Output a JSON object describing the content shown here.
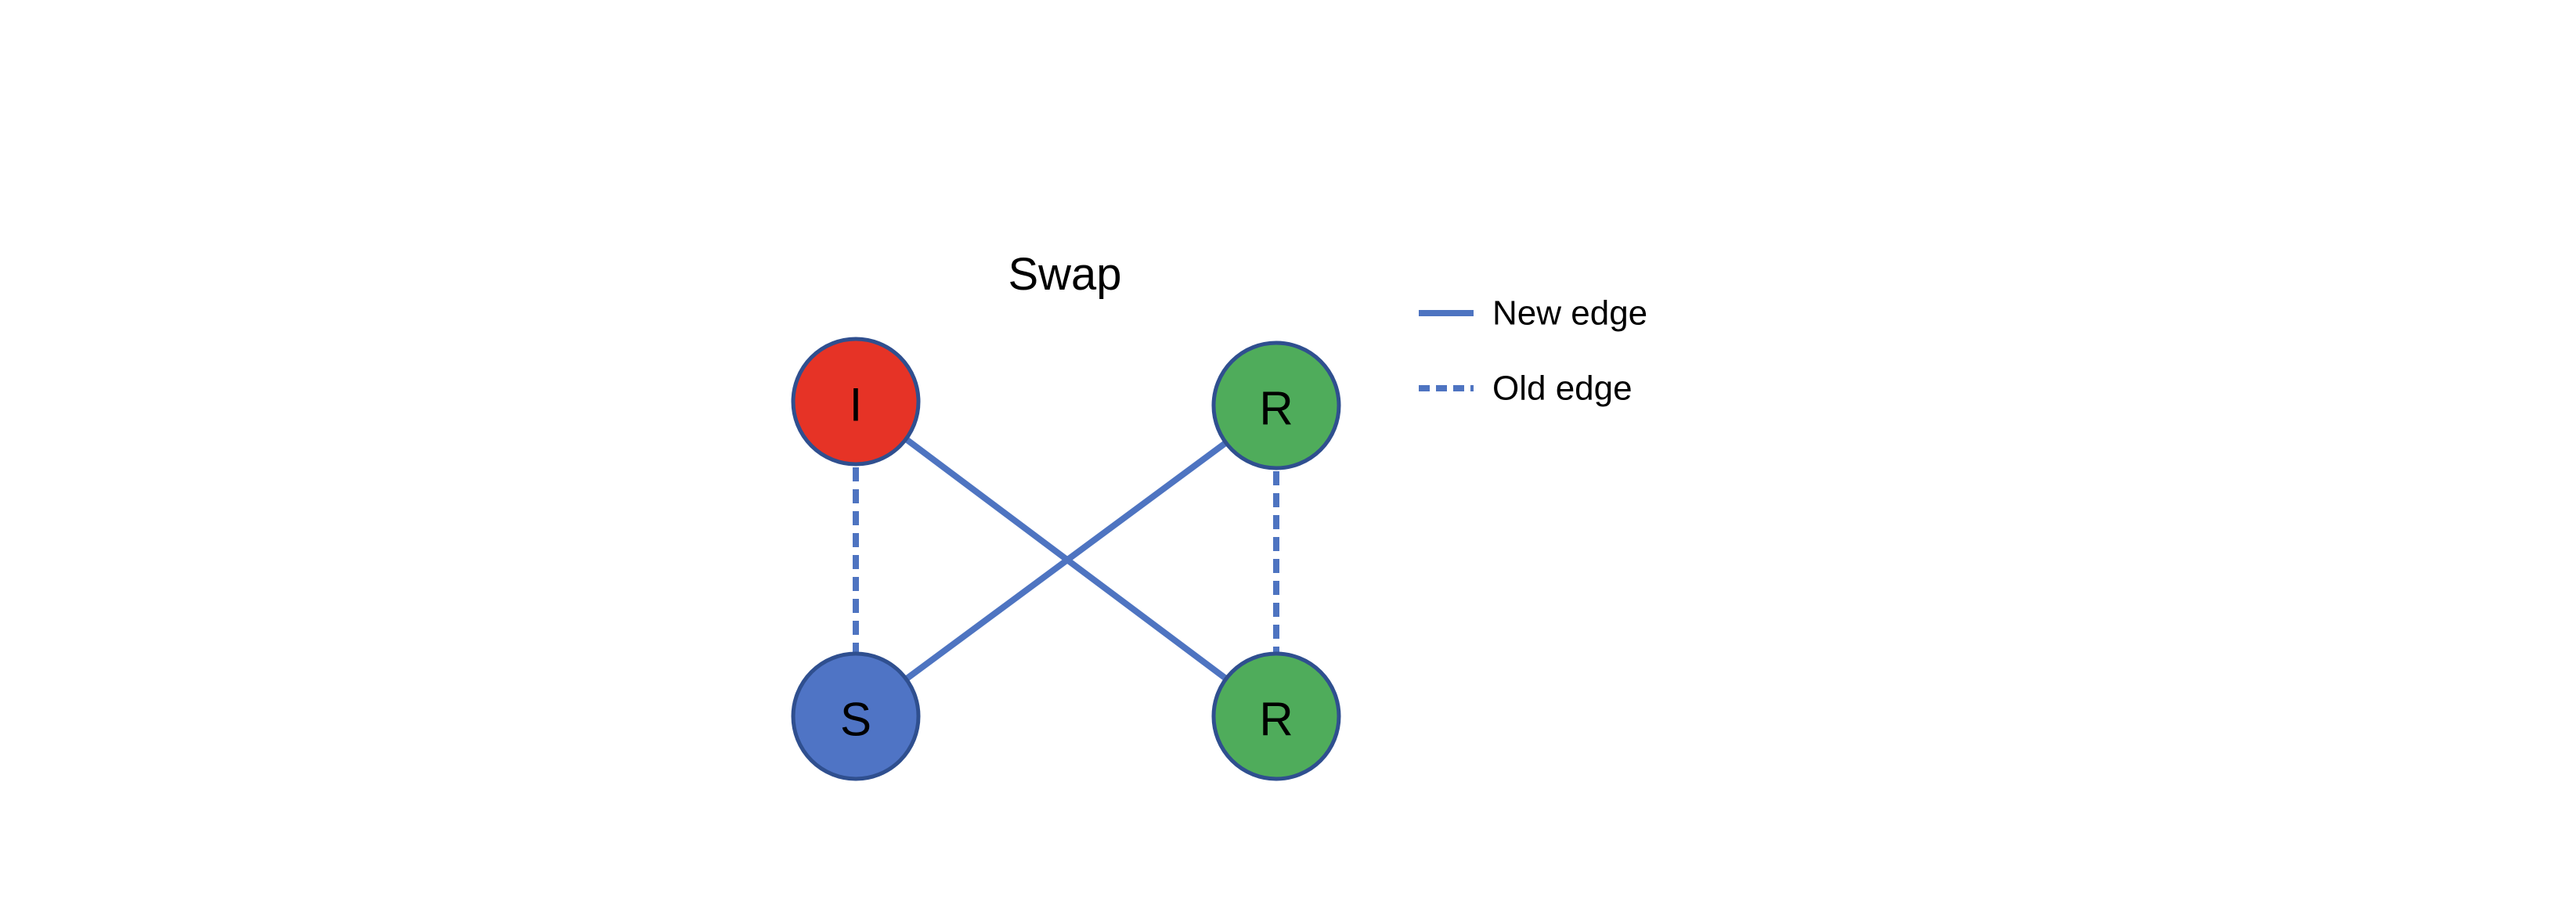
{
  "title": "Swap",
  "colors": {
    "edge": "#4e74c1",
    "node_stroke": "#2f4f8f",
    "infected": "#e63326",
    "susceptible": "#4f74c5",
    "recovered": "#4fac5b"
  },
  "nodes": [
    {
      "id": "n1",
      "label": "I",
      "state": "infected"
    },
    {
      "id": "n2",
      "label": "R",
      "state": "recovered"
    },
    {
      "id": "n3",
      "label": "S",
      "state": "susceptible"
    },
    {
      "id": "n4",
      "label": "R",
      "state": "recovered"
    }
  ],
  "edges": [
    {
      "from": "n1",
      "to": "n4",
      "kind": "new"
    },
    {
      "from": "n2",
      "to": "n3",
      "kind": "new"
    },
    {
      "from": "n1",
      "to": "n3",
      "kind": "old"
    },
    {
      "from": "n2",
      "to": "n4",
      "kind": "old"
    }
  ],
  "legend": {
    "new_edge": "New edge",
    "old_edge": "Old edge"
  }
}
